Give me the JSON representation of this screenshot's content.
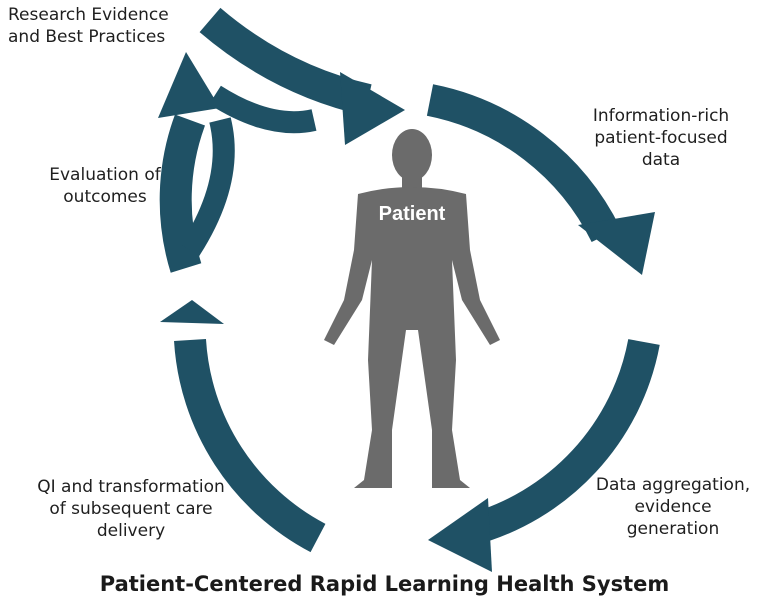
{
  "diagram": {
    "title": "Patient-Centered Rapid Learning Health System",
    "center_label": "Patient",
    "arrow_color": "#1f5165",
    "figure_color": "#6b6b6b",
    "nodes": [
      {
        "id": "research",
        "lines": [
          "Research Evidence",
          "and Best Practices"
        ]
      },
      {
        "id": "information",
        "lines": [
          "Information-rich",
          "patient-focused",
          "data"
        ]
      },
      {
        "id": "aggregation",
        "lines": [
          "Data aggregation,",
          "evidence",
          "generation"
        ]
      },
      {
        "id": "qi",
        "lines": [
          "QI and transformation",
          "of subsequent care",
          "delivery"
        ]
      },
      {
        "id": "evaluation",
        "lines": [
          "Evaluation of",
          "outcomes"
        ]
      }
    ]
  }
}
